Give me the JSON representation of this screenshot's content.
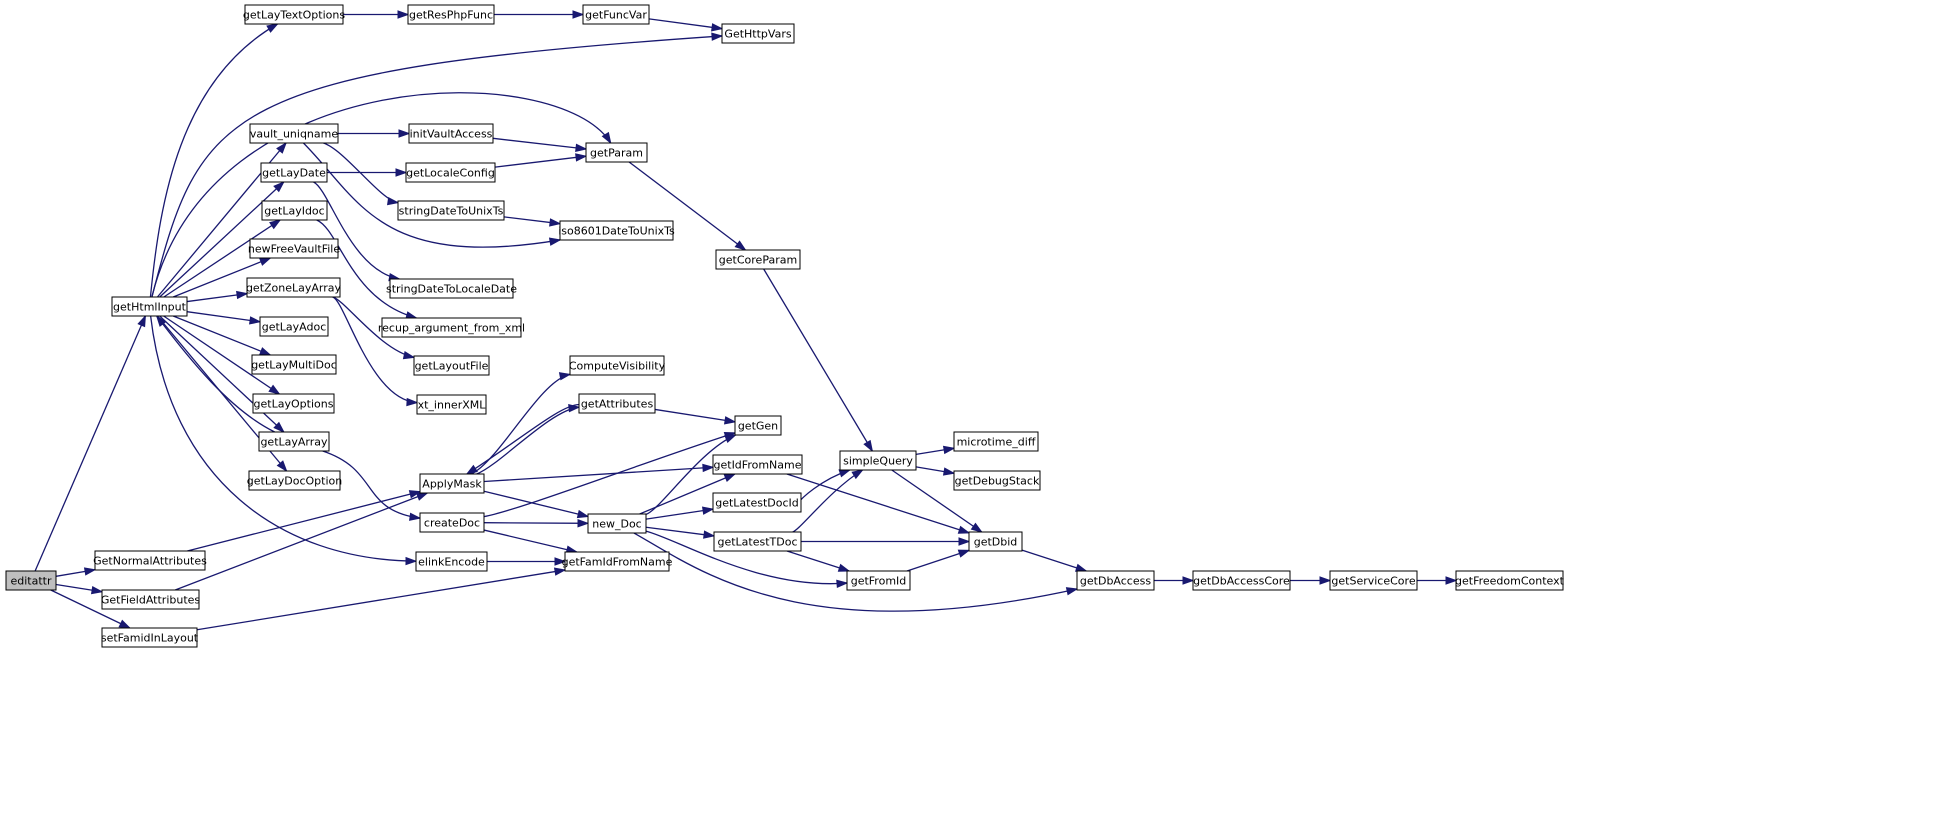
{
  "nodes": [
    {
      "id": "editattr",
      "label": "editattr",
      "root": true
    },
    {
      "id": "getHtmlInput",
      "label": "getHtmlInput"
    },
    {
      "id": "GetNormalAttributes",
      "label": "GetNormalAttributes"
    },
    {
      "id": "GetFieldAttributes",
      "label": "GetFieldAttributes"
    },
    {
      "id": "setFamidInLayout",
      "label": "setFamidInLayout"
    },
    {
      "id": "getLayTextOptions",
      "label": "getLayTextOptions"
    },
    {
      "id": "vault_uniqname",
      "label": "vault_uniqname"
    },
    {
      "id": "getLayDate",
      "label": "getLayDate"
    },
    {
      "id": "getLayIdoc",
      "label": "getLayIdoc"
    },
    {
      "id": "newFreeVaultFile",
      "label": "newFreeVaultFile"
    },
    {
      "id": "getZoneLayArray",
      "label": "getZoneLayArray"
    },
    {
      "id": "getLayAdoc",
      "label": "getLayAdoc"
    },
    {
      "id": "getLayMultiDoc",
      "label": "getLayMultiDoc"
    },
    {
      "id": "getLayOptions",
      "label": "getLayOptions"
    },
    {
      "id": "getLayArray",
      "label": "getLayArray"
    },
    {
      "id": "getLayDocOption",
      "label": "getLayDocOption"
    },
    {
      "id": "getResPhpFunc",
      "label": "getResPhpFunc"
    },
    {
      "id": "initVaultAccess",
      "label": "initVaultAccess"
    },
    {
      "id": "getLocaleConfig",
      "label": "getLocaleConfig"
    },
    {
      "id": "stringDateToUnixTs",
      "label": "stringDateToUnixTs"
    },
    {
      "id": "stringDateToLocaleDate",
      "label": "stringDateToLocaleDate"
    },
    {
      "id": "recup_argument_from_xml",
      "label": "recup_argument_from_xml"
    },
    {
      "id": "getLayoutFile",
      "label": "getLayoutFile"
    },
    {
      "id": "xt_innerXML",
      "label": "xt_innerXML"
    },
    {
      "id": "ApplyMask",
      "label": "ApplyMask"
    },
    {
      "id": "createDoc",
      "label": "createDoc"
    },
    {
      "id": "elinkEncode",
      "label": "elinkEncode"
    },
    {
      "id": "getFuncVar",
      "label": "getFuncVar"
    },
    {
      "id": "getParam",
      "label": "getParam"
    },
    {
      "id": "iso8601DateToUnixTs",
      "label": "iso8601DateToUnixTs"
    },
    {
      "id": "ComputeVisibility",
      "label": "ComputeVisibility"
    },
    {
      "id": "getAttributes",
      "label": "getAttributes"
    },
    {
      "id": "new_Doc",
      "label": "new_Doc"
    },
    {
      "id": "getFamIdFromName",
      "label": "getFamIdFromName"
    },
    {
      "id": "GetHttpVars",
      "label": "GetHttpVars"
    },
    {
      "id": "getCoreParam",
      "label": "getCoreParam"
    },
    {
      "id": "getGen",
      "label": "getGen"
    },
    {
      "id": "getIdFromName",
      "label": "getIdFromName"
    },
    {
      "id": "getLatestDocId",
      "label": "getLatestDocId"
    },
    {
      "id": "getLatestTDoc",
      "label": "getLatestTDoc"
    },
    {
      "id": "getFromId",
      "label": "getFromId"
    },
    {
      "id": "simpleQuery",
      "label": "simpleQuery"
    },
    {
      "id": "microtime_diff",
      "label": "microtime_diff"
    },
    {
      "id": "getDebugStack",
      "label": "getDebugStack"
    },
    {
      "id": "getDbid",
      "label": "getDbid"
    },
    {
      "id": "getDbAccess",
      "label": "getDbAccess"
    },
    {
      "id": "getDbAccessCore",
      "label": "getDbAccessCore"
    },
    {
      "id": "getServiceCore",
      "label": "getServiceCore"
    },
    {
      "id": "getFreedomContext",
      "label": "getFreedomContext"
    }
  ],
  "edges": [
    {
      "from": "editattr",
      "to": "getHtmlInput"
    },
    {
      "from": "editattr",
      "to": "GetNormalAttributes"
    },
    {
      "from": "editattr",
      "to": "GetFieldAttributes"
    },
    {
      "from": "editattr",
      "to": "setFamidInLayout"
    },
    {
      "from": "getHtmlInput",
      "to": "getLayTextOptions"
    },
    {
      "from": "getHtmlInput",
      "to": "GetHttpVars"
    },
    {
      "from": "getHtmlInput",
      "to": "getParam"
    },
    {
      "from": "getHtmlInput",
      "to": "vault_uniqname"
    },
    {
      "from": "getHtmlInput",
      "to": "getLayDate"
    },
    {
      "from": "getHtmlInput",
      "to": "getLayIdoc"
    },
    {
      "from": "getHtmlInput",
      "to": "newFreeVaultFile"
    },
    {
      "from": "getHtmlInput",
      "to": "getZoneLayArray"
    },
    {
      "from": "getHtmlInput",
      "to": "getLayAdoc"
    },
    {
      "from": "getHtmlInput",
      "to": "getLayMultiDoc"
    },
    {
      "from": "getHtmlInput",
      "to": "getLayOptions"
    },
    {
      "from": "getHtmlInput",
      "to": "getLayArray"
    },
    {
      "from": "getHtmlInput",
      "to": "getLayDocOption"
    },
    {
      "from": "getHtmlInput",
      "to": "elinkEncode"
    },
    {
      "from": "getLayArray",
      "to": "getHtmlInput"
    },
    {
      "from": "getLayArray",
      "to": "createDoc"
    },
    {
      "from": "getLayTextOptions",
      "to": "getResPhpFunc"
    },
    {
      "from": "getResPhpFunc",
      "to": "getFuncVar"
    },
    {
      "from": "getFuncVar",
      "to": "GetHttpVars"
    },
    {
      "from": "vault_uniqname",
      "to": "initVaultAccess"
    },
    {
      "from": "vault_uniqname",
      "to": "stringDateToUnixTs"
    },
    {
      "from": "vault_uniqname",
      "to": "iso8601DateToUnixTs"
    },
    {
      "from": "initVaultAccess",
      "to": "getParam"
    },
    {
      "from": "getLayDate",
      "to": "getLocaleConfig"
    },
    {
      "from": "getLayDate",
      "to": "stringDateToLocaleDate"
    },
    {
      "from": "getLocaleConfig",
      "to": "getParam"
    },
    {
      "from": "stringDateToUnixTs",
      "to": "iso8601DateToUnixTs"
    },
    {
      "from": "getLayIdoc",
      "to": "recup_argument_from_xml"
    },
    {
      "from": "getZoneLayArray",
      "to": "getLayoutFile"
    },
    {
      "from": "getZoneLayArray",
      "to": "xt_innerXML"
    },
    {
      "from": "getParam",
      "to": "getCoreParam"
    },
    {
      "from": "getCoreParam",
      "to": "simpleQuery"
    },
    {
      "from": "GetNormalAttributes",
      "to": "ApplyMask"
    },
    {
      "from": "GetFieldAttributes",
      "to": "ApplyMask"
    },
    {
      "from": "setFamidInLayout",
      "to": "getFamIdFromName"
    },
    {
      "from": "ApplyMask",
      "to": "ComputeVisibility"
    },
    {
      "from": "ApplyMask",
      "to": "getAttributes"
    },
    {
      "from": "ApplyMask",
      "to": "getIdFromName"
    },
    {
      "from": "ApplyMask",
      "to": "new_Doc"
    },
    {
      "from": "getAttributes",
      "to": "ApplyMask"
    },
    {
      "from": "getAttributes",
      "to": "getGen"
    },
    {
      "from": "createDoc",
      "to": "getGen"
    },
    {
      "from": "createDoc",
      "to": "new_Doc"
    },
    {
      "from": "createDoc",
      "to": "getFamIdFromName"
    },
    {
      "from": "elinkEncode",
      "to": "getFamIdFromName"
    },
    {
      "from": "new_Doc",
      "to": "getGen"
    },
    {
      "from": "new_Doc",
      "to": "getIdFromName"
    },
    {
      "from": "new_Doc",
      "to": "getLatestDocId"
    },
    {
      "from": "new_Doc",
      "to": "getLatestTDoc"
    },
    {
      "from": "new_Doc",
      "to": "getFromId"
    },
    {
      "from": "new_Doc",
      "to": "getDbAccess"
    },
    {
      "from": "getIdFromName",
      "to": "getDbid"
    },
    {
      "from": "getLatestDocId",
      "to": "simpleQuery"
    },
    {
      "from": "getLatestTDoc",
      "to": "simpleQuery"
    },
    {
      "from": "getLatestTDoc",
      "to": "getDbid"
    },
    {
      "from": "getLatestTDoc",
      "to": "getFromId"
    },
    {
      "from": "getFromId",
      "to": "getDbid"
    },
    {
      "from": "simpleQuery",
      "to": "microtime_diff"
    },
    {
      "from": "simpleQuery",
      "to": "getDebugStack"
    },
    {
      "from": "simpleQuery",
      "to": "getDbid"
    },
    {
      "from": "getDbid",
      "to": "getDbAccess"
    },
    {
      "from": "getDbAccess",
      "to": "getDbAccessCore"
    },
    {
      "from": "getDbAccessCore",
      "to": "getServiceCore"
    },
    {
      "from": "getServiceCore",
      "to": "getFreedomContext"
    }
  ]
}
